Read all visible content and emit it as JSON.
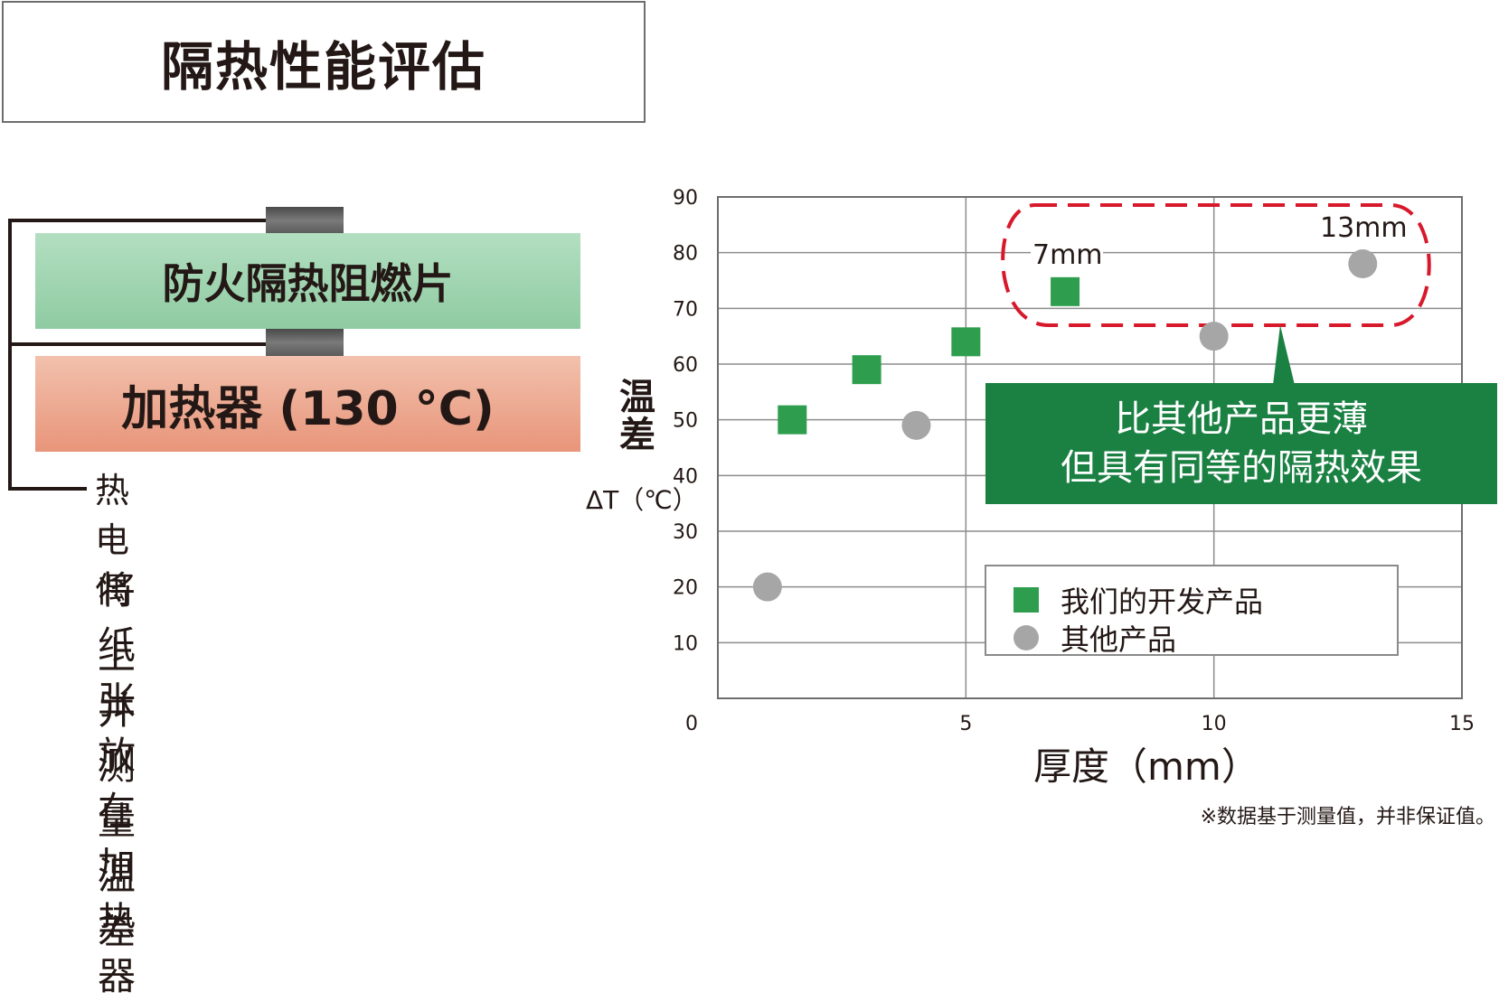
{
  "header": {
    "title": "隔热性能评估"
  },
  "diagram": {
    "sheet_label": "防火隔热阻燃片",
    "heater_label": "加热器 (130 °C)",
    "thermocouple_label": "热电偶",
    "description_line1": "将纸张放在加热器",
    "description_line2": "上并测量温差"
  },
  "chart_data": {
    "type": "scatter",
    "xlabel": "厚度（mm）",
    "ylabel": "温差",
    "ylabel_sub": "ΔT（℃）",
    "xlim": [
      0,
      15
    ],
    "ylim": [
      0,
      90
    ],
    "x_ticks": [
      0,
      5,
      10,
      15
    ],
    "y_ticks": [
      10,
      20,
      30,
      40,
      50,
      60,
      70,
      80,
      90
    ],
    "grid": true,
    "legend_position": "lower-right",
    "series": [
      {
        "name": "我们的开发产品",
        "marker": "square",
        "color": "#2e9e4e",
        "points": [
          [
            1.5,
            50
          ],
          [
            3,
            59
          ],
          [
            5,
            64
          ],
          [
            7,
            73
          ]
        ]
      },
      {
        "name": "其他产品",
        "marker": "circle",
        "color": "#a6a6a6",
        "points": [
          [
            1,
            20
          ],
          [
            4,
            49
          ],
          [
            10,
            65
          ],
          [
            13,
            78
          ]
        ]
      }
    ],
    "annotations": {
      "label_7mm": "7mm",
      "label_13mm": "13mm",
      "callout_line1": "比其他产品更薄",
      "callout_line2": "但具有同等的隔热效果"
    }
  },
  "footer": {
    "note": "※数据基于测量值，并非保证值。"
  },
  "colors": {
    "our_product": "#2e9e4e",
    "other_product": "#a6a6a6",
    "callout_bg": "#1a8143",
    "highlight_dash": "#d7192b"
  }
}
